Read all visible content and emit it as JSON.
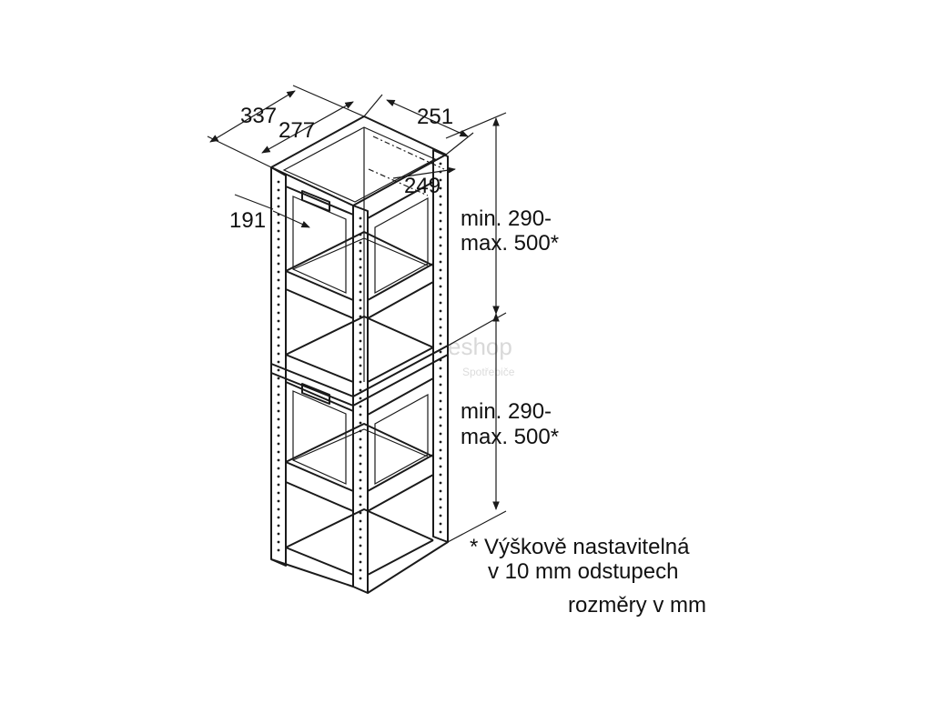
{
  "dimensions": {
    "depth_outer": "337",
    "depth_inner": "277",
    "width_outer": "251",
    "width_inner": "249",
    "rail": "191",
    "upper_height_line1": "min. 290-",
    "upper_height_line2": "max. 500*",
    "lower_height_line1": "min. 290-",
    "lower_height_line2": "max. 500*"
  },
  "notes": {
    "asterisk_line1": "* Výškově nastavitelná",
    "asterisk_line2": "v 10 mm odstupech",
    "units": "rozměry v mm"
  },
  "watermark": {
    "main": "eshop",
    "sub": "Spotřebiče"
  }
}
